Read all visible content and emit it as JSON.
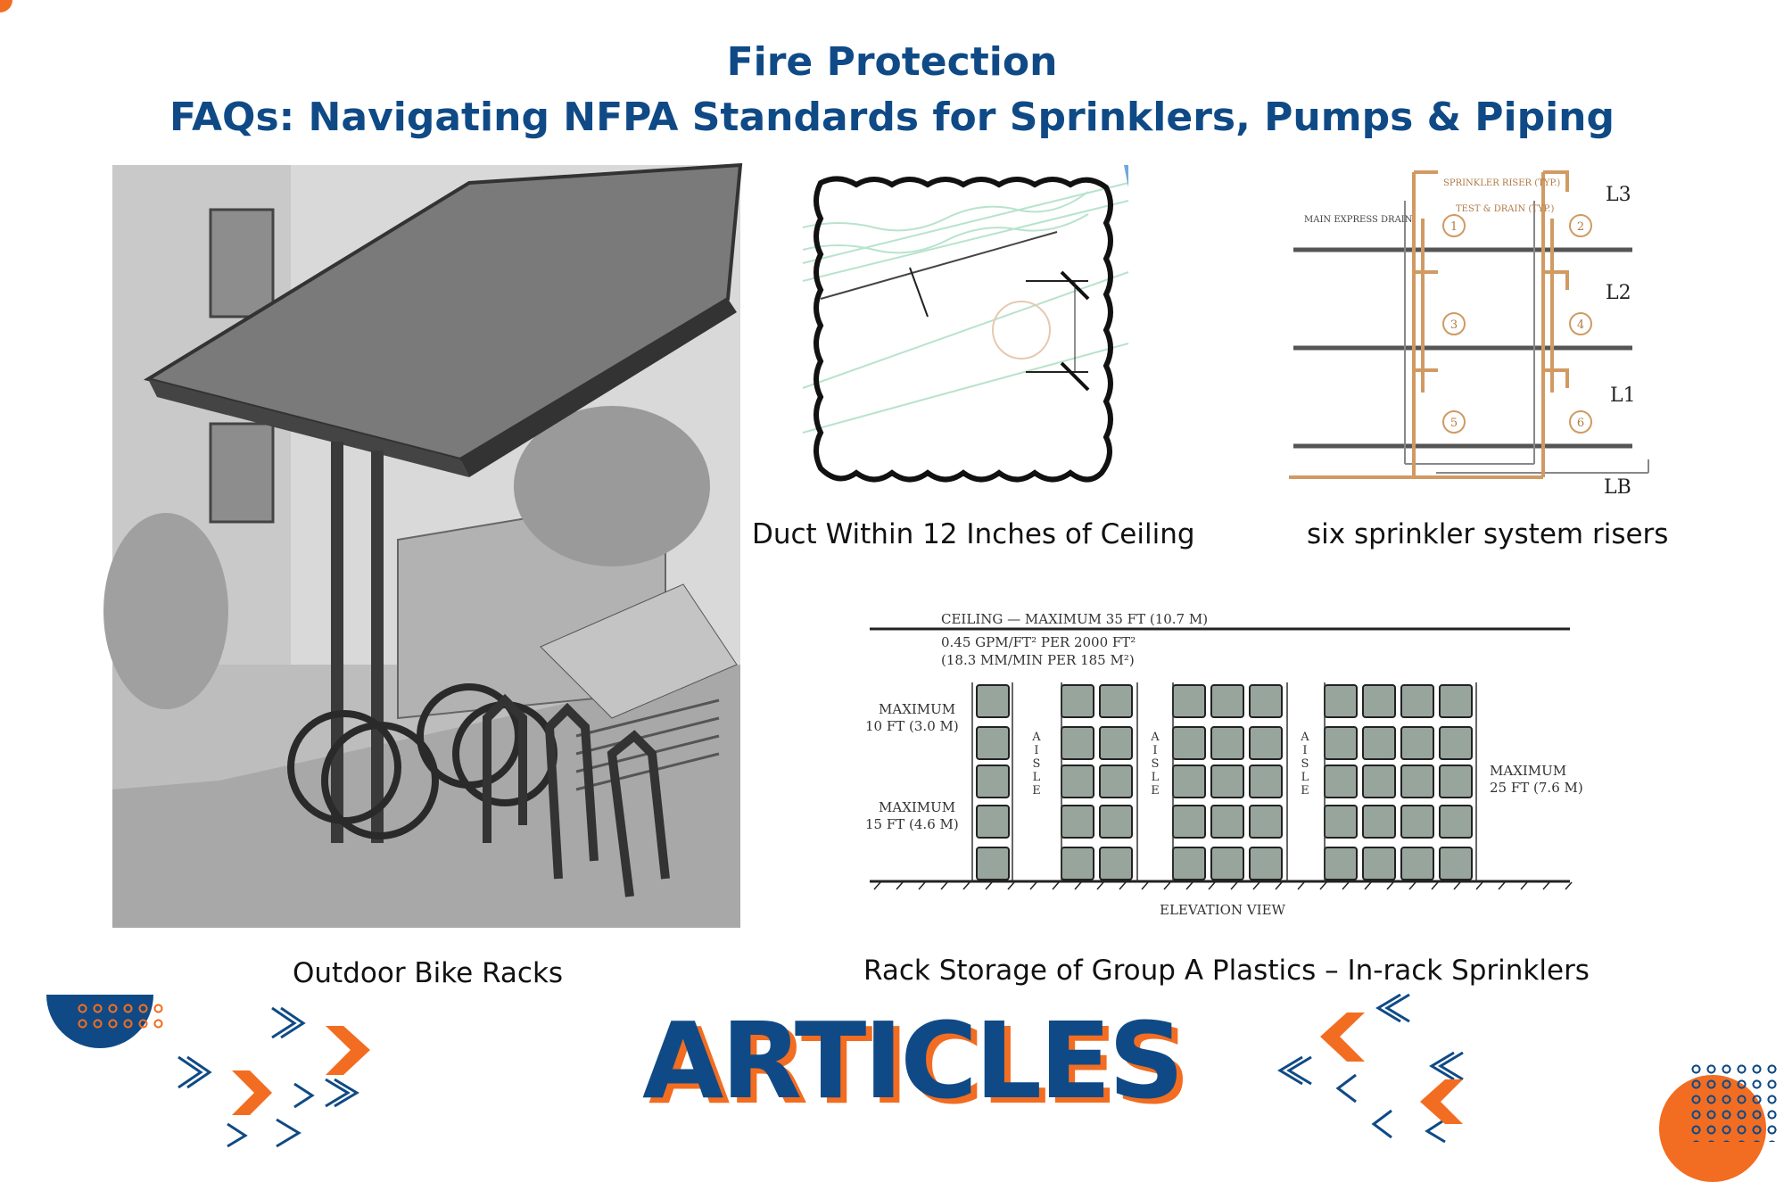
{
  "header": {
    "title": "Fire Protection",
    "subtitle": "FAQs: Navigating NFPA Standards for Sprinklers, Pumps & Piping"
  },
  "images": {
    "bike": {
      "caption": "Outdoor Bike Racks"
    },
    "duct": {
      "caption": "Duct Within 12 Inches of Ceiling"
    },
    "risers": {
      "caption": "six sprinkler system risers",
      "labels": {
        "riser": "SPRINKLER RISER (TYP.)",
        "test_drain": "TEST & DRAIN (TYP.)",
        "main_drain": "MAIN EXPRESS DRAIN",
        "levels": [
          "L3",
          "L2",
          "L1",
          "LB"
        ],
        "numbers": [
          "1",
          "2",
          "3",
          "4",
          "5",
          "6"
        ]
      }
    },
    "rack": {
      "caption": "Rack Storage of Group A Plastics – In-rack Sprinklers",
      "labels": {
        "ceiling": "CEILING — MAXIMUM 35 FT (10.7 M)",
        "density1": "0.45 GPM/FT² PER 2000 FT²",
        "density2": "(18.3 MM/MIN PER 185 M²)",
        "max10a": "MAXIMUM",
        "max10b": "10 FT (3.0 M)",
        "max15a": "MAXIMUM",
        "max15b": "15 FT (4.6 M)",
        "max25a": "MAXIMUM",
        "max25b": "25 FT (7.6 M)",
        "aisle": "AISLE",
        "elevation": "ELEVATION VIEW"
      }
    }
  },
  "banner": {
    "label": "ARTICLES"
  },
  "colors": {
    "brand_blue": "#0f4a86",
    "accent_orange": "#f26d21"
  }
}
